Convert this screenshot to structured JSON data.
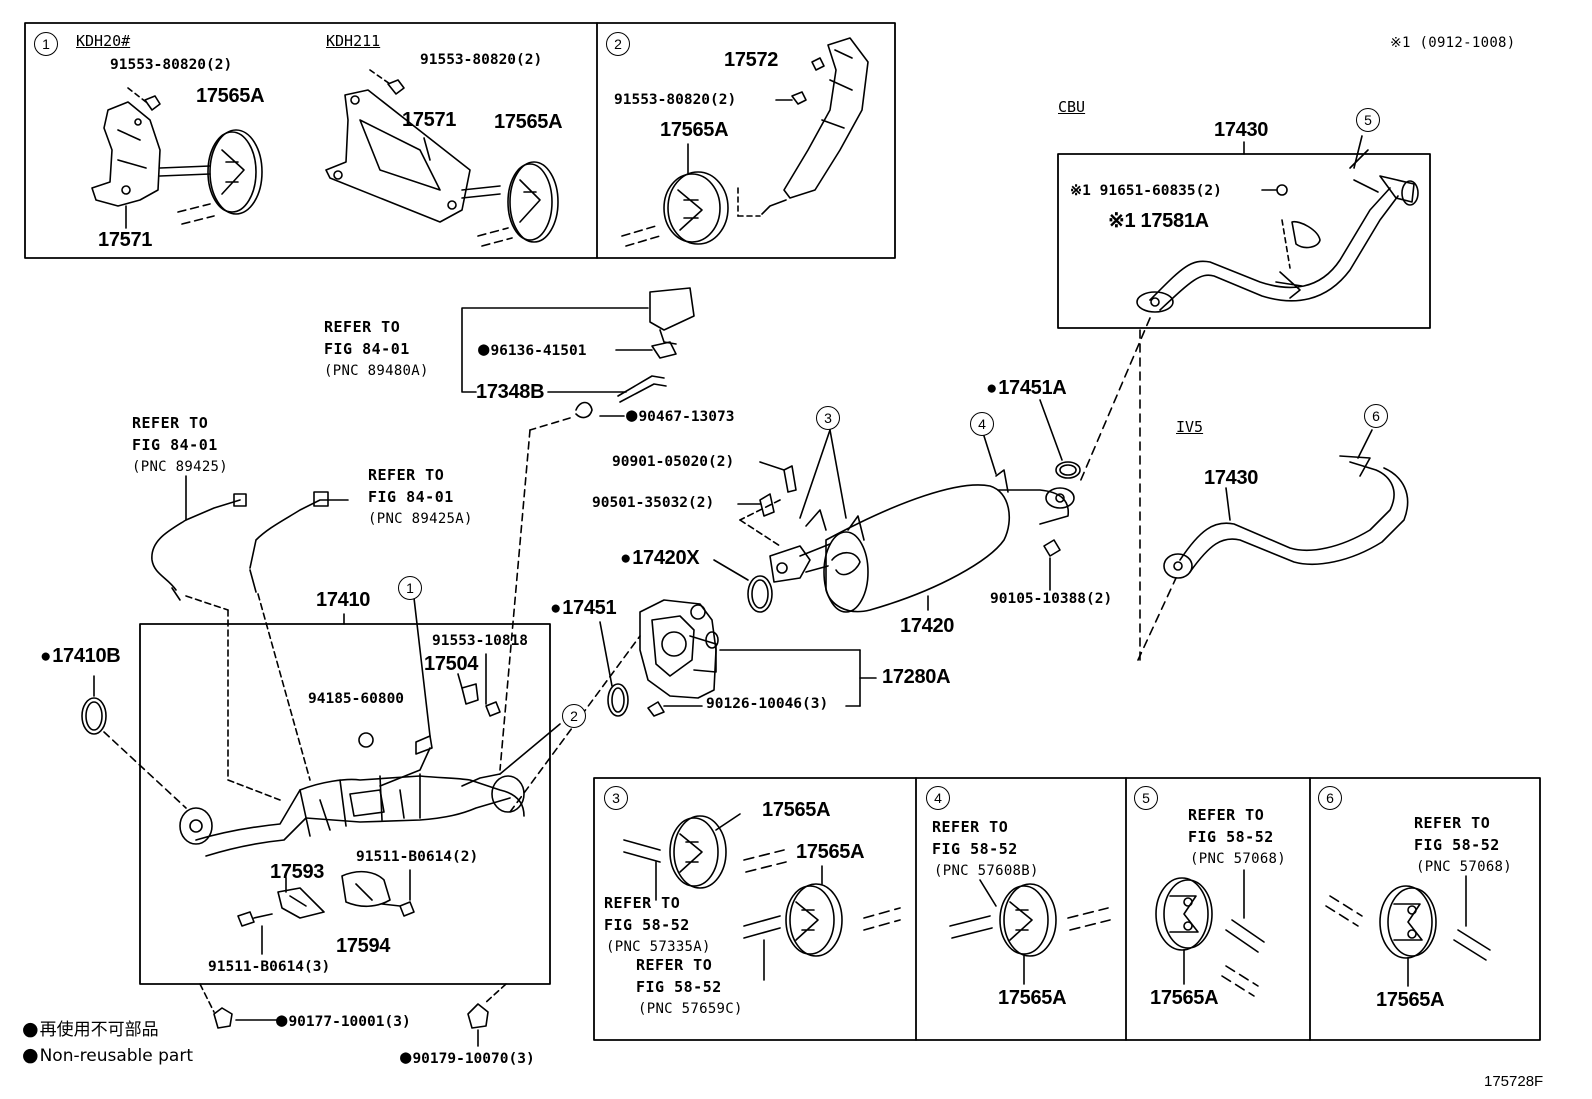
{
  "panels": {
    "p1": {
      "marker": "1",
      "sections": [
        "KDH20#",
        "KDH211"
      ],
      "parts": [
        "91553-80820(2)",
        "17565A",
        "17571",
        "91553-80820(2)",
        "17571",
        "17565A"
      ]
    },
    "p2": {
      "marker": "2",
      "parts": [
        "17572",
        "91553-80820(2)",
        "17565A"
      ]
    },
    "cbu": {
      "section": "CBU",
      "marker": "5",
      "parts": [
        "17430",
        "※1 91651-60835(2)",
        "※1 17581A"
      ]
    },
    "iv5": {
      "section": "IV5",
      "marker": "6",
      "part": "17430"
    },
    "p3": {
      "marker": "3",
      "parts": [
        "17565A",
        "17565A"
      ],
      "refs": [
        {
          "line1": "REFER TO",
          "line2": "FIG 58-52",
          "pnc": "(PNC 57335A)"
        },
        {
          "line1": "REFER TO",
          "line2": "FIG 58-52",
          "pnc": "(PNC 57659C)"
        }
      ]
    },
    "p4": {
      "marker": "4",
      "part": "17565A",
      "ref": {
        "line1": "REFER TO",
        "line2": "FIG 58-52",
        "pnc": "(PNC 57608B)"
      }
    },
    "p5": {
      "marker": "5",
      "part": "17565A",
      "ref": {
        "line1": "REFER TO",
        "line2": "FIG 58-52",
        "pnc": "(PNC 57068)"
      }
    },
    "p6": {
      "marker": "6",
      "part": "17565A",
      "ref": {
        "line1": "REFER TO",
        "line2": "FIG 58-52",
        "pnc": "(PNC 57068)"
      }
    }
  },
  "note_top_right": "※1 (0912-1008)",
  "main": {
    "ref_a": {
      "line1": "REFER TO",
      "line2": "FIG 84-01",
      "pnc": "(PNC 89480A)"
    },
    "ref_b": {
      "line1": "REFER TO",
      "line2": "FIG 84-01",
      "pnc": "(PNC 89425)"
    },
    "ref_c": {
      "line1": "REFER TO",
      "line2": "FIG 84-01",
      "pnc": "(PNC 89425A)"
    },
    "parts": {
      "p96136": "96136-41501",
      "p17348B": "17348B",
      "p90467": "90467-13073",
      "p17451A": "17451A",
      "p90901": "90901-05020(2)",
      "p90501": "90501-35032(2)",
      "p17420X": "17420X",
      "p17451": "17451",
      "p17420": "17420",
      "p90105": "90105-10388(2)",
      "p17280A": "17280A",
      "p90126": "90126-10046(3)",
      "p17410": "17410",
      "p17410B": "17410B",
      "p91553_10818": "91553-10818",
      "p17504": "17504",
      "p94185": "94185-60800",
      "p17593": "17593",
      "p91511a": "91511-B0614(2)",
      "p17594": "17594",
      "p91511b": "91511-B0614(3)",
      "p90177": "90177-10001(3)",
      "p90179": "90179-10070(3)"
    },
    "markers": [
      "1",
      "2",
      "3",
      "4"
    ]
  },
  "legend": {
    "line1": "再使用不可部品",
    "line2": "Non-reusable part"
  },
  "figure_id": "175728F"
}
